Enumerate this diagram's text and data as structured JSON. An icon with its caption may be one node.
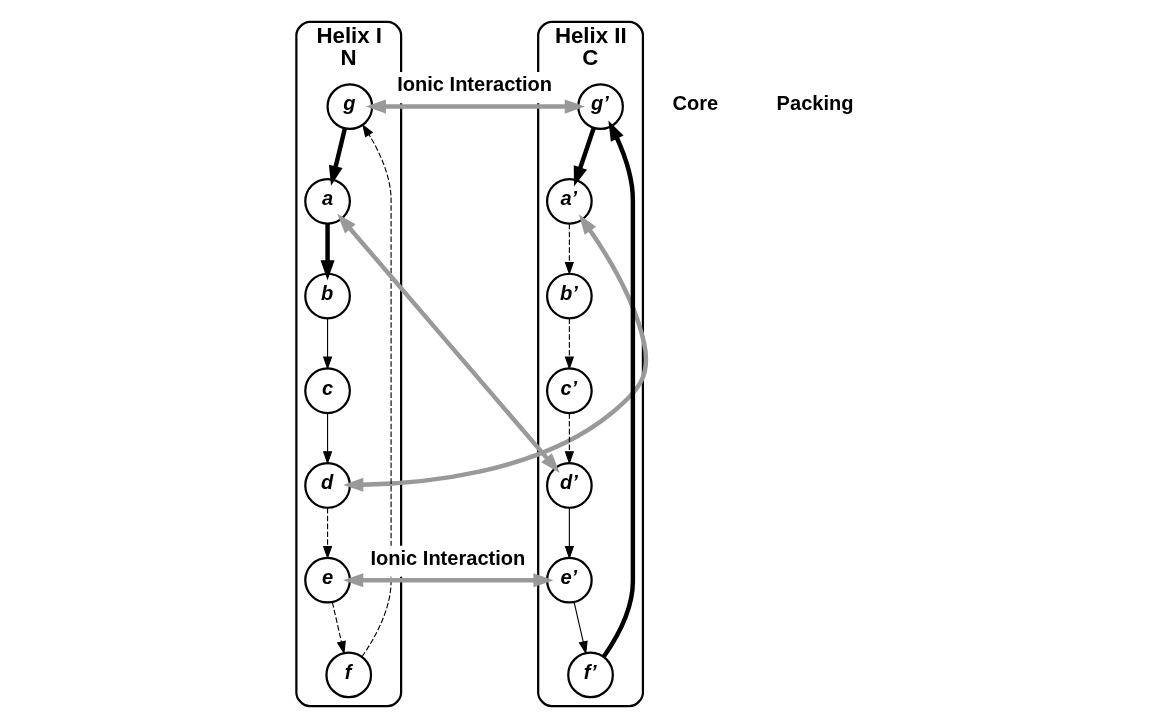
{
  "diagram": {
    "nodes": [
      {
        "text": [
          "Helix I",
          "N"
        ]
      },
      {
        "text": [
          "g"
        ],
        "in": 0
      },
      {
        "text": [
          "c"
        ],
        "in": 0
      },
      {
        "text": [
          "d"
        ],
        "in": 0
      },
      {
        "text": [
          "f"
        ],
        "in": 0
      },
      {
        "text": [
          "a"
        ],
        "in": 0
      },
      {
        "text": [
          "b"
        ],
        "in": 0
      },
      {
        "text": [
          "e"
        ],
        "in": 0
      },
      {
        "text": [
          "Helix II",
          "C"
        ]
      },
      {
        "text": [
          "g’"
        ],
        "in": 8
      },
      {
        "text": [
          "c’"
        ],
        "in": 8
      },
      {
        "text": [
          "d’"
        ],
        "in": 8
      },
      {
        "text": [
          "f’"
        ],
        "in": 8
      },
      {
        "text": [
          "a’"
        ],
        "in": 8
      },
      {
        "text": [
          "b’"
        ],
        "in": 8
      },
      {
        "text": [
          "e’"
        ],
        "in": 8
      }
    ],
    "edges": [
      {
        "from": 5,
        "to": 6,
        "arrow": "to",
        "style": "thick"
      },
      {
        "from": 6,
        "to": 2,
        "arrow": "to"
      },
      {
        "from": 2,
        "to": 3,
        "arrow": "to"
      },
      {
        "from": 3,
        "to": 7,
        "arrow": "to",
        "style": "dashed"
      },
      {
        "from": 7,
        "to": 4,
        "arrow": "to",
        "style": "dashed"
      },
      {
        "from": 4,
        "to": 1,
        "arrow": "to",
        "style": "dashed"
      },
      {
        "from": 1,
        "to": 5,
        "arrow": "to",
        "style": "thick"
      },
      {
        "from": 13,
        "to": 14,
        "arrow": "to",
        "style": "dashed"
      },
      {
        "from": 14,
        "to": 10,
        "arrow": "to",
        "style": "dashed"
      },
      {
        "from": 10,
        "to": 11,
        "arrow": "to",
        "style": "dashed"
      },
      {
        "from": 11,
        "to": 15,
        "arrow": "to"
      },
      {
        "from": 15,
        "to": 12,
        "arrow": "to"
      },
      {
        "from": 12,
        "to": 9,
        "arrow": "to",
        "style": "thick"
      },
      {
        "from": 9,
        "to": 13,
        "arrow": "to",
        "style": "thick"
      },
      {
        "from": 1,
        "to": 9,
        "arrow": "both",
        "label": "Ionic Interaction",
        "style": "thick",
        "color": "#999999"
      },
      {
        "from": 3,
        "to": 13,
        "arrow": "both",
        "style": "thick",
        "color": "#999999"
      },
      {
        "from": 5,
        "to": 11,
        "arrow": "both",
        "style": "thick",
        "color": "#999999"
      },
      {
        "from": 7,
        "to": 15,
        "arrow": "both",
        "label": "Ionic Interaction",
        "style": "thick",
        "color": "#999999"
      }
    ],
    "labels": [
      "Core",
      "Packing"
    ]
  }
}
